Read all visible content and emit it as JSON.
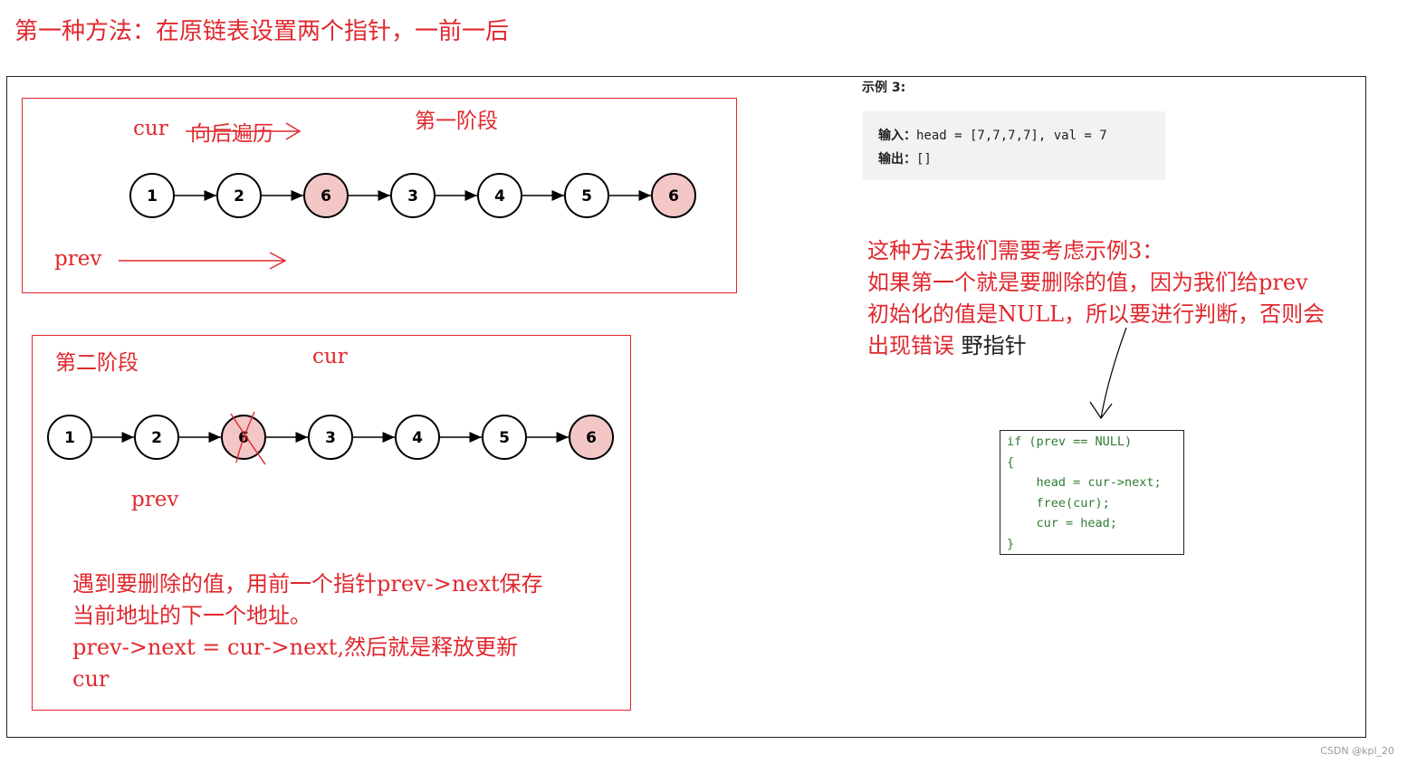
{
  "title": "第一种方法：在原链表设置两个指针，一前一后",
  "stage1": {
    "label": "第一阶段",
    "cur_label": "cur",
    "cur_note": "向后遍历",
    "prev_label": "prev",
    "nodes": [
      {
        "value": "1",
        "highlight": false
      },
      {
        "value": "2",
        "highlight": false
      },
      {
        "value": "6",
        "highlight": true
      },
      {
        "value": "3",
        "highlight": false
      },
      {
        "value": "4",
        "highlight": false
      },
      {
        "value": "5",
        "highlight": false
      },
      {
        "value": "6",
        "highlight": true
      }
    ]
  },
  "stage2": {
    "label": "第二阶段",
    "cur_label": "cur",
    "prev_label": "prev",
    "nodes": [
      {
        "value": "1",
        "highlight": false,
        "crossed": false
      },
      {
        "value": "2",
        "highlight": false,
        "crossed": false
      },
      {
        "value": "6",
        "highlight": true,
        "crossed": true
      },
      {
        "value": "3",
        "highlight": false,
        "crossed": false
      },
      {
        "value": "4",
        "highlight": false,
        "crossed": false
      },
      {
        "value": "5",
        "highlight": false,
        "crossed": false
      },
      {
        "value": "6",
        "highlight": true,
        "crossed": false
      }
    ],
    "explain": {
      "line1": "遇到要删除的值，用前一个指针prev->next保存",
      "line2": "当前地址的下一个地址。",
      "line3": "prev->next = cur->next,然后就是释放更新",
      "line4": "cur"
    }
  },
  "example": {
    "title": "示例 3:",
    "input_label": "输入：",
    "input_value": "head = [7,7,7,7], val = 7",
    "output_label": "输出：",
    "output_value": "[]"
  },
  "note": {
    "line1": "这种方法我们需要考虑示例3：",
    "line2": "如果第一个就是要删除的值，因为我们给prev",
    "line3": "初始化的值是NULL，所以要进行判断，否则会",
    "line4_red": "出现错误",
    "line4_black": " 野指针"
  },
  "code": {
    "l1": "if (prev == NULL)",
    "l2": "{",
    "l3": "    head = cur->next;",
    "l4": "    free(cur);",
    "l5": "    cur = head;",
    "l6": "}"
  },
  "watermark": "CSDN @kpl_20",
  "colors": {
    "accent": "#e0282e",
    "node_highlight": "#f4c7c7",
    "code_green": "#2e7d32"
  }
}
